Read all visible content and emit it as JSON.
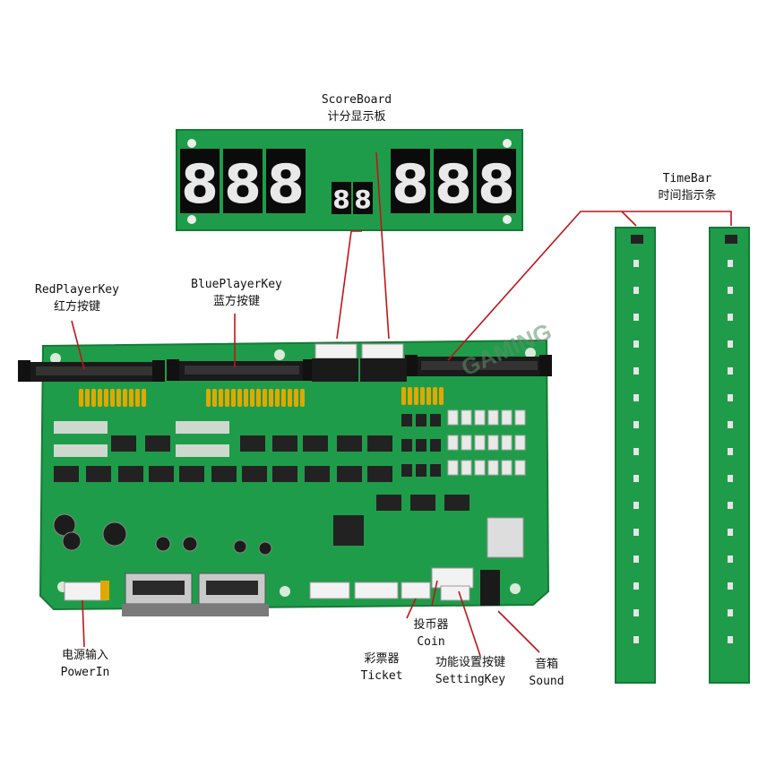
{
  "colors": {
    "pcb": "#1f9c4a",
    "pcb_dark": "#157a37",
    "pointer": "#c0141c",
    "digit_bg": "#0b0b0b",
    "digit_on": "#e9e9e9",
    "connector": "#1a1a1a",
    "header_white": "#f2f2f2",
    "coil": "#e0a800"
  },
  "scoreboard": {
    "label_en": "ScoreBoard",
    "label_cn": "计分显示板",
    "digits": [
      "8",
      "8",
      "8",
      "8",
      "8",
      "8",
      "8",
      "8"
    ],
    "small_digits": [
      "8",
      "8"
    ]
  },
  "timebar": {
    "label_en": "TimeBar",
    "label_cn": "时间指示条"
  },
  "red_key": {
    "label_en": "RedPlayerKey",
    "label_cn": "红方按键"
  },
  "blue_key": {
    "label_en": "BluePlayerKey",
    "label_cn": "蓝方按键"
  },
  "power": {
    "label_cn": "电源输入",
    "label_en": "PowerIn"
  },
  "coin": {
    "label_cn": "投币器",
    "label_en": "Coin"
  },
  "ticket": {
    "label_cn": "彩票器",
    "label_en": "Ticket"
  },
  "setting": {
    "label_cn": "功能设置按键",
    "label_en": "SettingKey"
  },
  "sound": {
    "label_cn": "音箱",
    "label_en": "Sound"
  },
  "watermark": "GAMING"
}
